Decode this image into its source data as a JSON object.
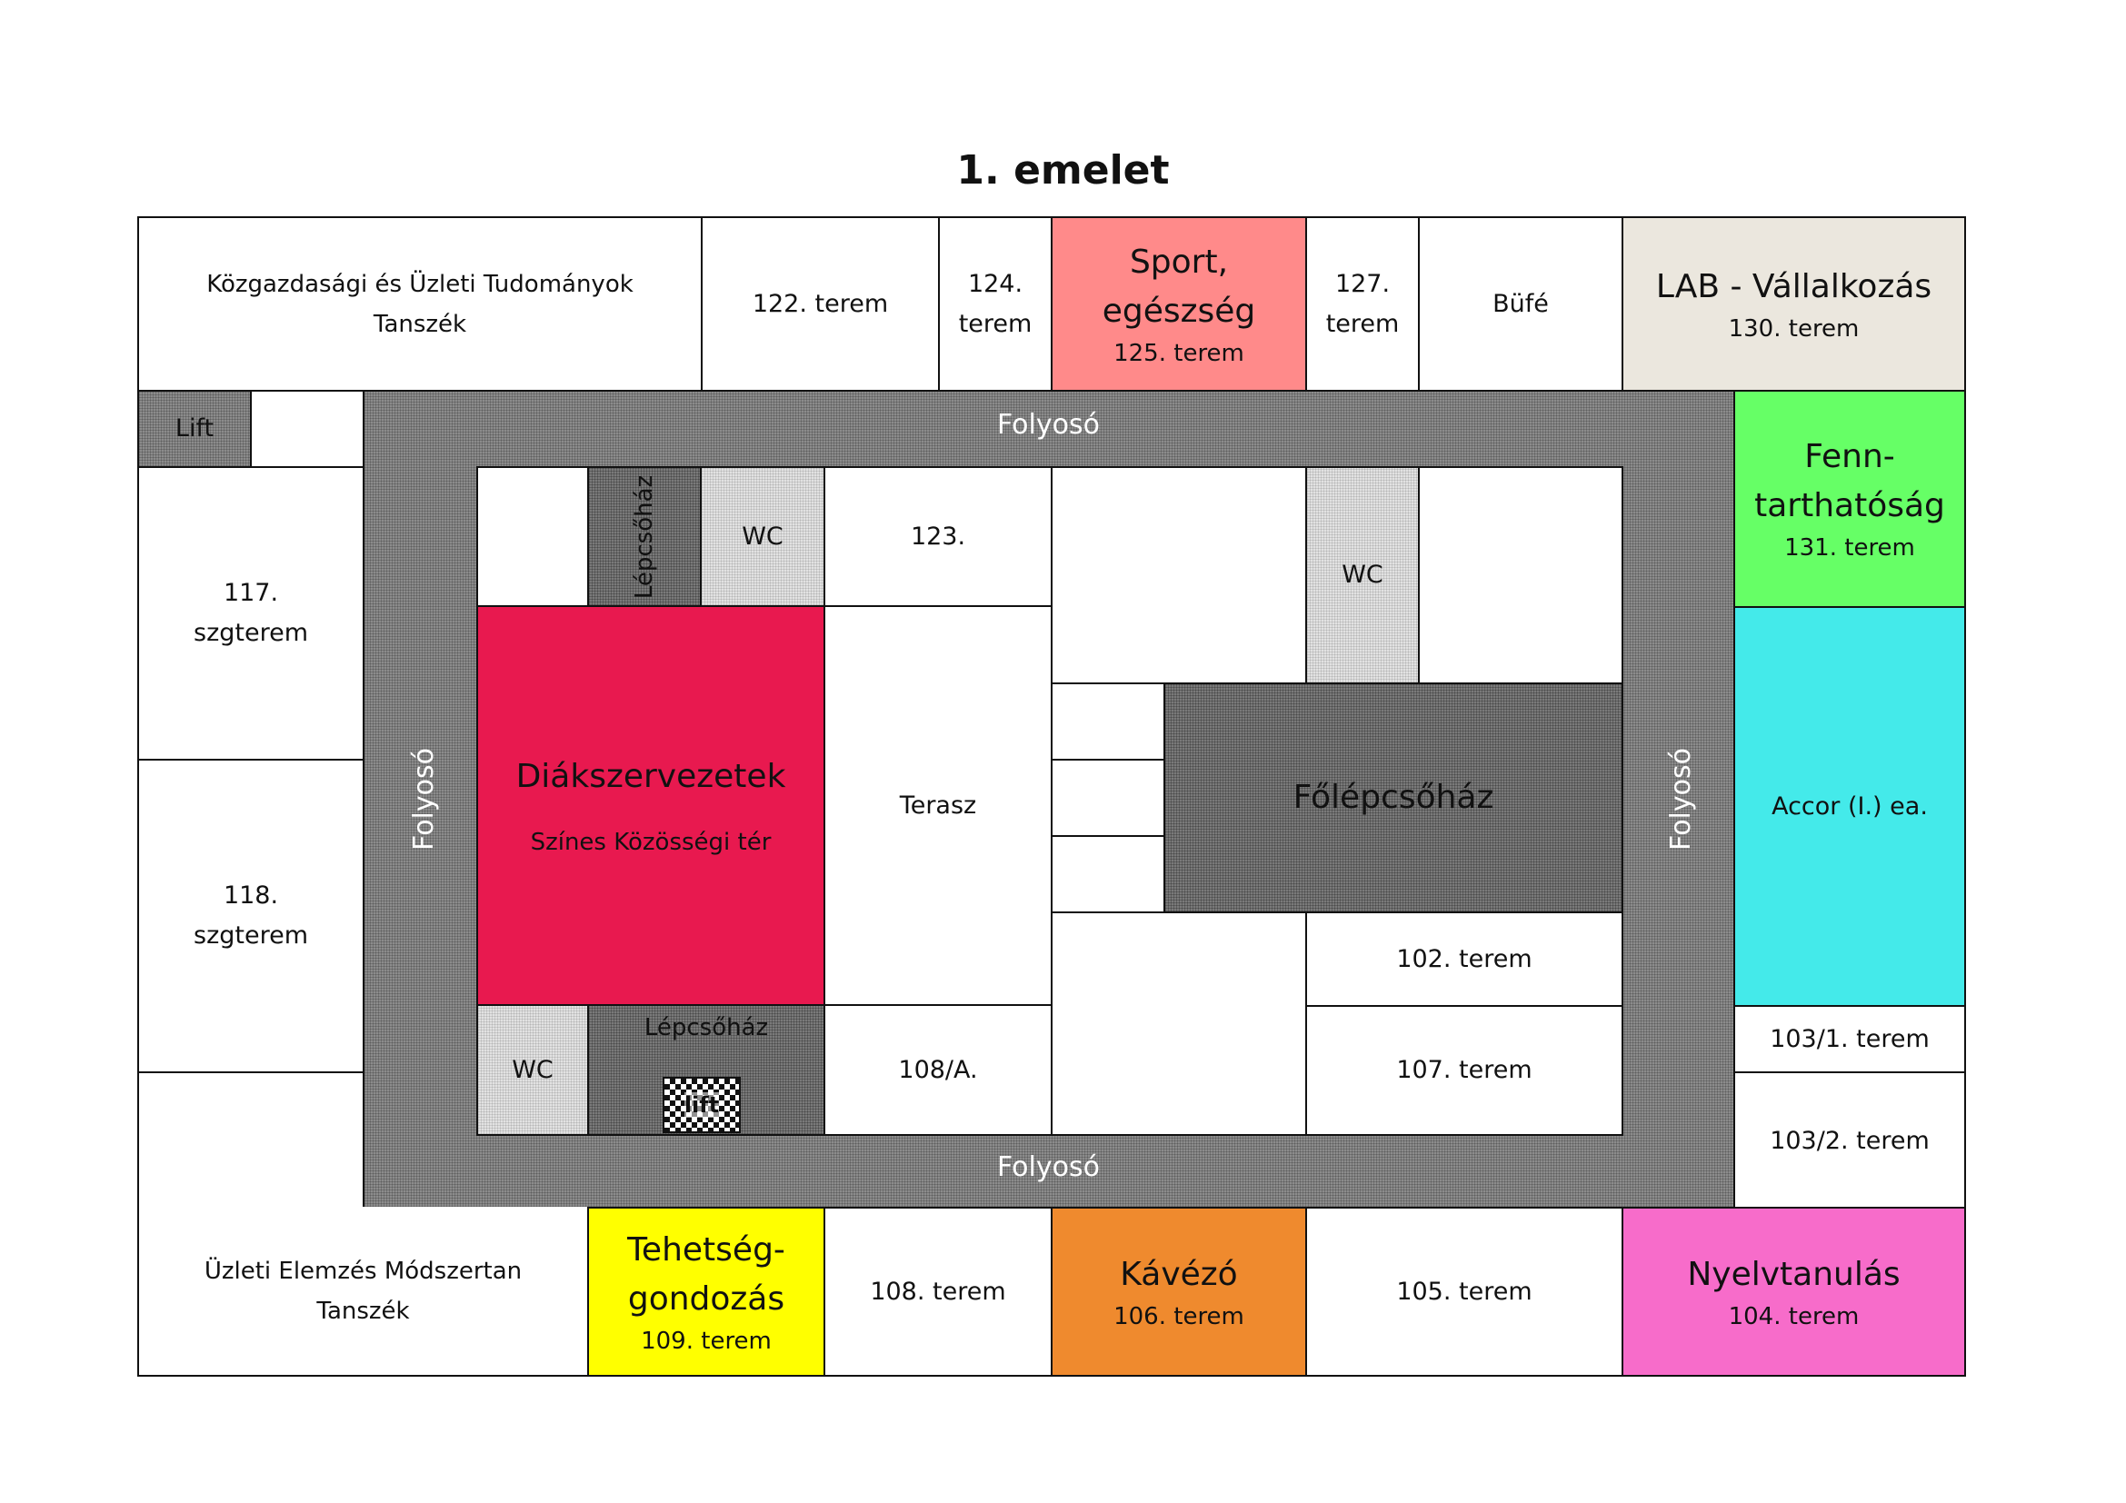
{
  "title": "1. emelet",
  "colors": {
    "sport": "#ff8a8a",
    "lab": "#ebe7de",
    "fenntarthatosag": "#66ff66",
    "accor": "#44eaea",
    "diak": "#e8194f",
    "tehetseg": "#ffff00",
    "kavezo": "#ef8a2e",
    "nyelv": "#f76cca",
    "corridor": "#8c8c8c"
  },
  "rooms": {
    "kozgazd": [
      "Közgazdasági és Üzleti Tudományok",
      "Tanszék"
    ],
    "r122": "122. terem",
    "r124": [
      "124.",
      "terem"
    ],
    "sport": [
      "Sport,",
      "egészség"
    ],
    "sport_num": "125. terem",
    "r127": [
      "127.",
      "terem"
    ],
    "bufe": "Büfé",
    "lab": "LAB -  Vállalkozás",
    "lab_num": "130. terem",
    "lift": "Lift",
    "fenn": [
      "Fenn-",
      "tarthatóság"
    ],
    "fenn_num": "131. terem",
    "r117": [
      "117.",
      "szgterem"
    ],
    "r118": [
      "118.",
      "szgterem"
    ],
    "lepcsohaz_top": "Lépcsőház",
    "wc1": "WC",
    "r123": "123.",
    "wc2": "WC",
    "diak": "Diákszervezetek",
    "diak_sub": "Színes Közösségi tér",
    "terasz": "Terasz",
    "folepcsohaz": "Főlépcsőház",
    "accor": "Accor (I.) ea.",
    "r102": "102. terem",
    "wc3": "WC",
    "lepcsohaz_bottom": "Lépcsőház",
    "lift_icon_label": "lift",
    "r108a": "108/A.",
    "r107": "107. terem",
    "r103_1": "103/1. terem",
    "r103_2": "103/2. terem",
    "uzleti": [
      "Üzleti Elemzés Módszertan",
      "Tanszék"
    ],
    "tehetseg": [
      "Tehetség-",
      "gondozás"
    ],
    "tehetseg_num": "109. terem",
    "r108": "108. terem",
    "kavezo": "Kávézó",
    "kavezo_num": "106. terem",
    "r105": "105. terem",
    "nyelv": "Nyelvtanulás",
    "nyelv_num": "104. terem"
  },
  "corridor": {
    "top": "Folyosó",
    "bottom": "Folyosó",
    "left": "Folyosó",
    "right": "Folyosó"
  }
}
